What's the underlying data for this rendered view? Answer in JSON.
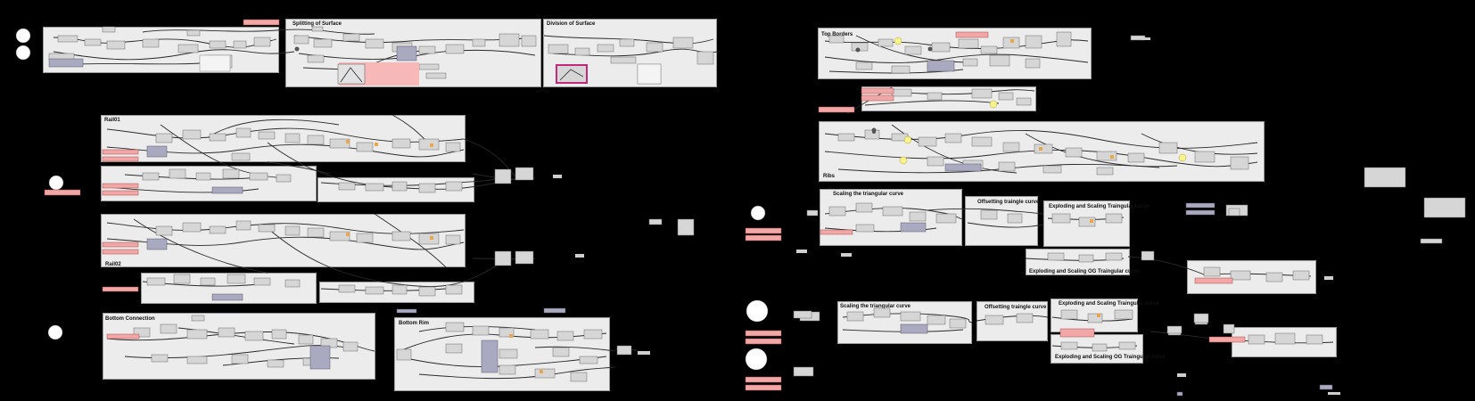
{
  "canvas": {
    "background": "#000000"
  },
  "colors": {
    "group_fill": "#ececec",
    "group_border": "#9a9a9a",
    "component": "#d6d6d6",
    "component_dark": "#a9a9bf",
    "param_pink": "#f2a7a7",
    "highlight_pink": "#f7b8b8",
    "selected_border": "#c4287a",
    "panel_yellow": "#f7f28c",
    "wire": "#2a2a2a"
  },
  "groups": [
    {
      "id": "splitting",
      "title": "Splitting of Surface"
    },
    {
      "id": "division",
      "title": "Division of Surface"
    },
    {
      "id": "top_borders",
      "title": "Top Borders"
    },
    {
      "id": "rail01",
      "title": "Rail01"
    },
    {
      "id": "rail02",
      "title": "Rail02"
    },
    {
      "id": "ribs",
      "title": "Ribs"
    },
    {
      "id": "scaling1",
      "title": "Scaling the triangular curve"
    },
    {
      "id": "offset1",
      "title": "Offsetting traingle curve inward"
    },
    {
      "id": "explode1",
      "title": "Exploding and Scaling Traingular curve"
    },
    {
      "id": "explode_og1",
      "title": "Exploding and Scaling OG Traingular curve"
    },
    {
      "id": "bottom_connection",
      "title": "Bottom Connection"
    },
    {
      "id": "bottom_rim",
      "title": "Bottom Rim"
    },
    {
      "id": "scaling2",
      "title": "Scaling the triangular curve"
    },
    {
      "id": "offset2",
      "title": "Offsetting traingle curve inward"
    },
    {
      "id": "explode2",
      "title": "Exploding and Scaling Traingular curve"
    },
    {
      "id": "explode_og2",
      "title": "Exploding and Scaling OG Traingular curve"
    }
  ]
}
